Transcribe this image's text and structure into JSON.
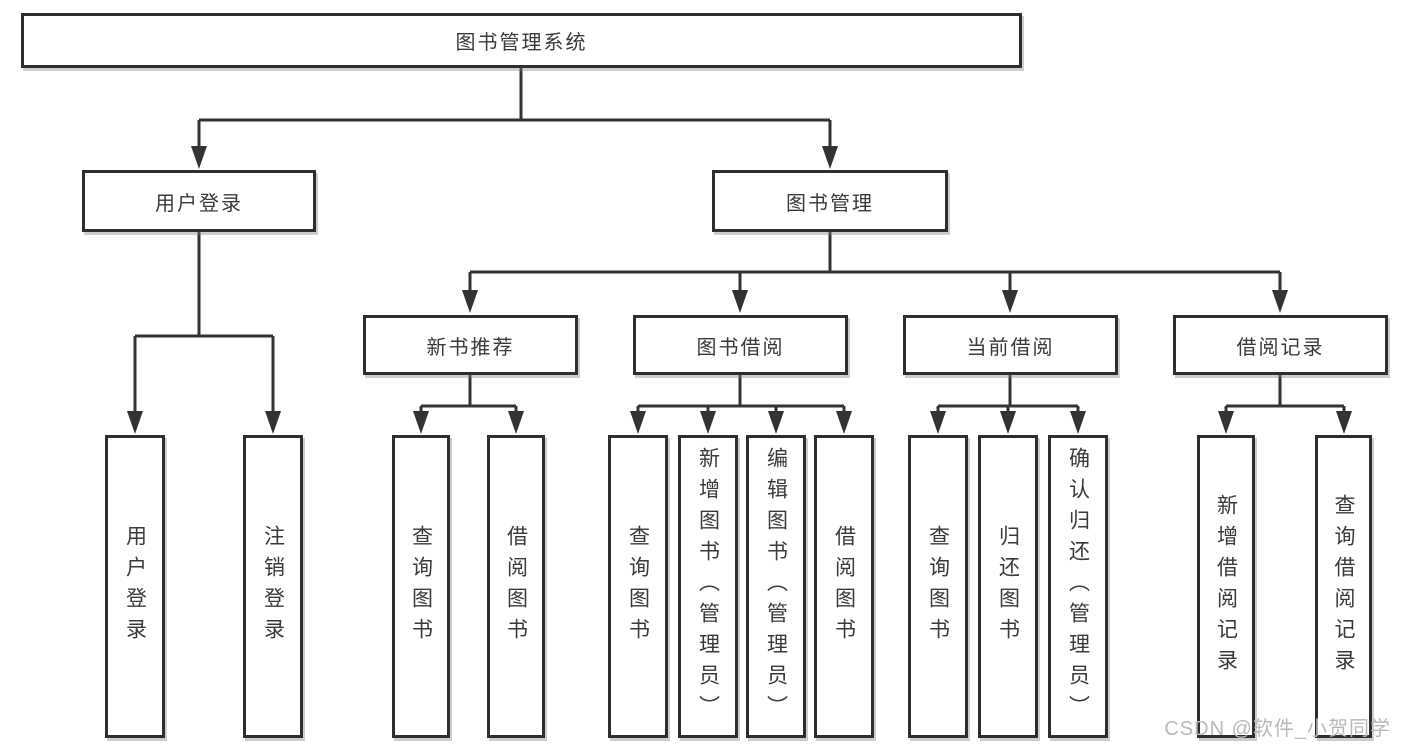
{
  "diagram_type": "hierarchy",
  "tree": {
    "root": {
      "label": "图书管理系统"
    },
    "branches": [
      {
        "label": "用户登录",
        "children": [
          {
            "label": "用户登录"
          },
          {
            "label": "注销登录"
          }
        ]
      },
      {
        "label": "图书管理",
        "children": [
          {
            "label": "新书推荐",
            "children": [
              {
                "label": "查询图书"
              },
              {
                "label": "借阅图书"
              }
            ]
          },
          {
            "label": "图书借阅",
            "children": [
              {
                "label": "查询图书"
              },
              {
                "label": "新增图书（管理员）"
              },
              {
                "label": "编辑图书（管理员）"
              },
              {
                "label": "借阅图书"
              }
            ]
          },
          {
            "label": "当前借阅",
            "children": [
              {
                "label": "查询图书"
              },
              {
                "label": "归还图书"
              },
              {
                "label": "确认归还（管理员）"
              }
            ]
          },
          {
            "label": "借阅记录",
            "children": [
              {
                "label": "新增借阅记录"
              },
              {
                "label": "查询借阅记录"
              }
            ]
          }
        ]
      }
    ]
  },
  "watermark": "CSDN @软件_小贺同学",
  "colors": {
    "line": "#333333",
    "box_border": "#2e2e2e",
    "text": "#3a3a3a",
    "background": "#ffffff",
    "watermark": "#b9b9b9"
  }
}
